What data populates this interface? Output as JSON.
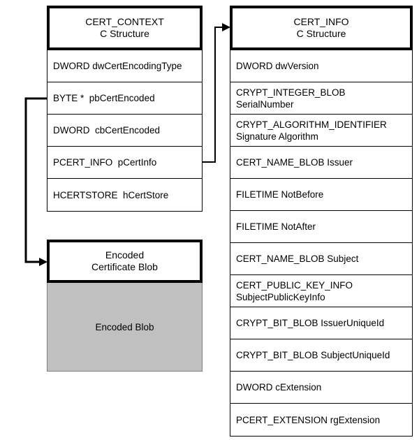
{
  "diagram": {
    "background_color": "#ffffff",
    "border_color": "#000000",
    "blob_fill_color": "#c0c0c0"
  },
  "cert_context": {
    "title": "CERT_CONTEXT\nC Structure",
    "fields": [
      "DWORD dwCertEncodingType",
      "BYTE *  pbCertEncoded",
      "DWORD  cbCertEncoded",
      "PCERT_INFO  pCertInfo",
      "HCERTSTORE  hCertStore"
    ]
  },
  "cert_info": {
    "title": "CERT_INFO\nC Structure",
    "fields": [
      "DWORD dwVersion",
      "CRYPT_INTEGER_BLOB\nSerialNumber",
      "CRYPT_ALGORITHM_IDENTIFIER\nSignature Algorithm",
      "CERT_NAME_BLOB Issuer",
      "FILETIME NotBefore",
      "FILETIME NotAfter",
      "CERT_NAME_BLOB Subject",
      "CERT_PUBLIC_KEY_INFO\nSubjectPublicKeyInfo",
      "CRYPT_BIT_BLOB IssuerUniqueId",
      "CRYPT_BIT_BLOB SubjectUniqueId",
      "DWORD cExtension",
      "PCERT_EXTENSION rgExtension"
    ]
  },
  "encoded_blob": {
    "title": "Encoded\nCertificate Blob",
    "body_label": "Encoded Blob"
  },
  "connectors": [
    {
      "from": "pbCertEncoded",
      "to": "Encoded Certificate Blob"
    },
    {
      "from": "pCertInfo",
      "to": "CERT_INFO"
    }
  ]
}
